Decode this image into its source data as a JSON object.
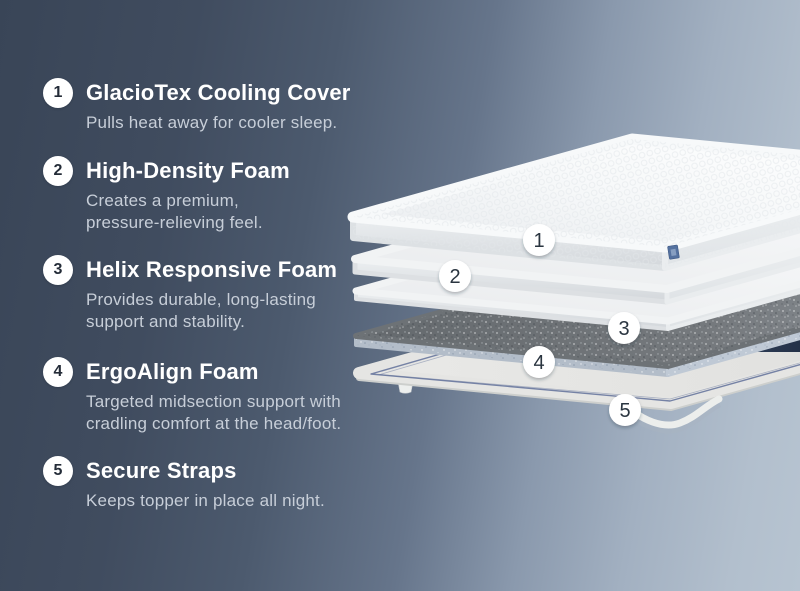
{
  "page": {
    "background_gradient_start": "#394557",
    "background_gradient_end": "#b7c4d1",
    "title_color": "#ffffff",
    "description_color": "#c7ced8",
    "badge_background": "#ffffff",
    "badge_number_color": "#242c38"
  },
  "list": {
    "items": [
      {
        "number": "1",
        "title": "GlacioTex Cooling Cover",
        "lines": [
          "Pulls heat away for cooler sleep."
        ]
      },
      {
        "number": "2",
        "title": "High-Density Foam",
        "lines": [
          "Creates a premium,",
          "pressure-relieving feel."
        ]
      },
      {
        "number": "3",
        "title": "Helix Responsive Foam",
        "lines": [
          "Provides durable, long-lasting",
          "support and stability."
        ]
      },
      {
        "number": "4",
        "title": "ErgoAlign Foam",
        "lines": [
          "Targeted midsection support with",
          "cradling comfort at the head/foot."
        ]
      },
      {
        "number": "5",
        "title": "Secure Straps",
        "lines": [
          "Keeps topper in place all night."
        ]
      }
    ]
  },
  "mattress": {
    "badges": [
      {
        "number": "1"
      },
      {
        "number": "2"
      },
      {
        "number": "3"
      },
      {
        "number": "4"
      },
      {
        "number": "5"
      }
    ],
    "layers": [
      "glaciotex-cooling-cover",
      "high-density-foam",
      "helix-responsive-foam",
      "ergoalign-foam",
      "secure-strap-base"
    ],
    "layer_colors": {
      "cover_top": "#f8fafb",
      "foam_white": "#f2f4f5",
      "ergoalign_top": "#75797d",
      "ergoalign_edge": "#b8c2ce",
      "base_top": "#e6e6e4",
      "base_piping": "#61719a",
      "under_panel_navy": "#2e405d",
      "brand_tag_blue": "#54719f"
    }
  }
}
